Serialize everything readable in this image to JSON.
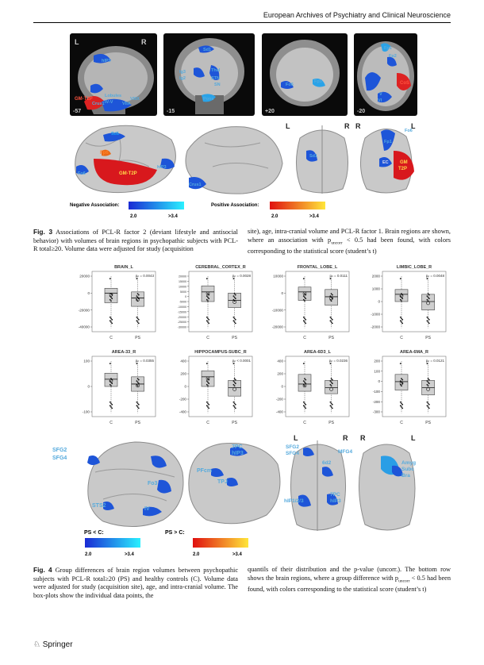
{
  "header": {
    "journal": "European Archives of Psychiatry and Clinical Neuroscience"
  },
  "fig3": {
    "slices": [
      {
        "num": "-57",
        "L": "L",
        "R": "R",
        "labels": [
          "hIP3",
          "GM-T2P",
          "Lobules",
          "IV-V",
          "Crus1",
          "VIIA",
          "VIIIX"
        ]
      },
      {
        "num": "-15",
        "labels": [
          "Sd1",
          "Ig3",
          "Ig2",
          "Thal",
          "STN",
          "SN",
          "Pons"
        ]
      },
      {
        "num": "+20",
        "labels": [
          "Fo6",
          "Fp5"
        ]
      },
      {
        "num": "-20",
        "labels": [
          "Fp1",
          "Fp2",
          "V",
          "VI",
          "CoS"
        ]
      }
    ],
    "brain_labels": {
      "left": [
        "Sd1",
        "Fp6",
        "Fo6",
        "GM-T2P",
        "hIP3"
      ],
      "right": [
        "Crus1"
      ],
      "top": [
        "Sd1",
        "L",
        "R"
      ],
      "bottom": [
        "R",
        "L",
        "Fo6",
        "Fp1",
        "EC",
        "GM",
        "T2P"
      ]
    },
    "neg_label": "Negative Association:",
    "pos_label": "Positive Association:",
    "scale_min": "2.0",
    "scale_max": ">3.4",
    "caption_bold": "Fig. 3",
    "caption_left": "Associations of PCL-R factor 2 (deviant lifestyle and antisocial behavior) with volumes of brain regions in psychopathic subjects with PCL-R total≥20. Volume data were adjusted for study (acquisition",
    "caption_right": "site), age, intra-cranial volume and PCL-R factor 1. Brain regions are shown, where an association with p",
    "caption_right_sub": "uncorr",
    "caption_right_end": " < 0.5 had been found, with colors corresponding to the statistical score (student’s t)"
  },
  "fig4": {
    "xcats": [
      "C",
      "PS"
    ],
    "plots": [
      {
        "title": "BRAIN_L",
        "p": "pₙ = 0.0043",
        "ticks": [
          "20000",
          "0",
          "-20000",
          "-40000"
        ]
      },
      {
        "title": "CEREBRAL_CORTEX_R",
        "p": "pₙ = 0.0028",
        "ticks": [
          "20000",
          "15000",
          "10000",
          "5000",
          "0",
          "-5000",
          "-10000",
          "-15000",
          "-20000",
          "-25000",
          "-30000"
        ]
      },
      {
        "title": "FRONTAL_LOBE_L",
        "p": "pₙ = 0.0111",
        "ticks": [
          "10000",
          "0",
          "-10000",
          "-20000"
        ]
      },
      {
        "title": "LIMBIC_LOBE_R",
        "p": "pₙ = 0.0048",
        "ticks": [
          "2000",
          "1000",
          "0",
          "-1000",
          "-2000"
        ]
      },
      {
        "title": "AREA-33_R",
        "p": "pₙ = 0.0355",
        "ticks": [
          "100",
          "0",
          "-100"
        ]
      },
      {
        "title": "HIPPOCAMPUS-SUBC_R",
        "p": "pₙ < 0.0001",
        "ticks": [
          "400",
          "200",
          "0",
          "-200",
          "-400"
        ]
      },
      {
        "title": "AREA-6D3_L",
        "p": "pₙ = 0.0236",
        "ticks": [
          "400",
          "200",
          "0",
          "-200",
          "-400"
        ]
      },
      {
        "title": "AREA-6MA_R",
        "p": "pₙ = 0.0121",
        "ticks": [
          "200",
          "100",
          "0",
          "-100",
          "-200",
          "-300"
        ]
      }
    ],
    "brain_labels": {
      "b1": [
        "SFG2",
        "SFG4",
        "Fo3",
        "STS2",
        "IV"
      ],
      "b2": [
        "7PC",
        "hIP3",
        "PFcm",
        "TPJ"
      ],
      "b3": [
        "L",
        "R",
        "SFG2",
        "SFG4",
        "6d2",
        "MFG4",
        "7PC",
        "hIP3",
        "hIP1/2/3"
      ],
      "b4": [
        "R",
        "L",
        "Amyg",
        "Subc",
        "Bra"
      ]
    },
    "neg_label": "PS < C:",
    "pos_label": "PS > C:",
    "scale_min": "2.0",
    "scale_max": ">3.4",
    "caption_bold": "Fig. 4",
    "caption_left": "Group differences of brain region volumes between psychopathic subjects with PCL-R total≥20 (PS) and healthy controls (C). Volume data were adjusted for study (acquisition site), age, and intra-cranial volume. The box-plots show the individual data points, the",
    "caption_right_a": "quantils of their distribution and the p-value (uncorr.). The bottom row shows the brain regions, where a group difference with p",
    "caption_right_sub": "uncorr",
    "caption_right_b": " < 0.5 had been found, with colors corresponding to the statistical score (student’s t)"
  },
  "footer": {
    "publisher": "Springer"
  }
}
